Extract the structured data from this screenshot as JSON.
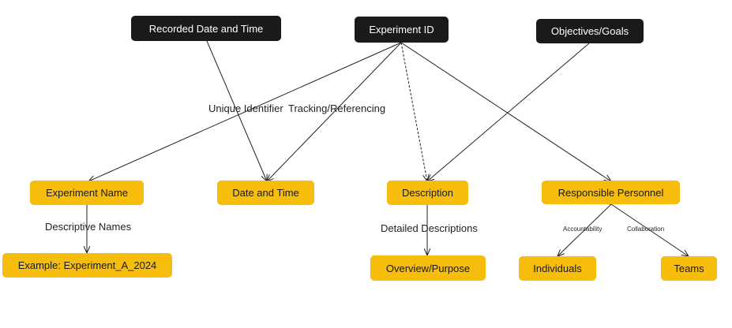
{
  "colors": {
    "dark_node": "#1a1a1a",
    "yellow_node": "#f6bd0c",
    "edge": "#222222"
  },
  "nodes": {
    "recorded_date_time": "Recorded Date and Time",
    "experiment_id": "Experiment ID",
    "objectives_goals": "Objectives/Goals",
    "experiment_name": "Experiment Name",
    "date_and_time": "Date and Time",
    "description": "Description",
    "responsible_personnel": "Responsible Personnel",
    "example": "Example: Experiment_A_2024",
    "overview_purpose": "Overview/Purpose",
    "individuals": "Individuals",
    "teams": "Teams"
  },
  "edge_labels": {
    "unique_identifier": "Unique Identifier",
    "tracking_referencing": "Tracking/Referencing",
    "descriptive_names": "Descriptive Names",
    "detailed_descriptions": "Detailed Descriptions",
    "accountability": "Accountability",
    "collaboration": "Collaboration"
  }
}
